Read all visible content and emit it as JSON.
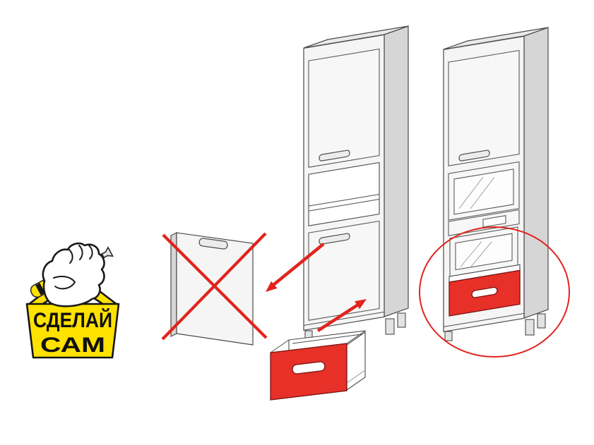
{
  "logo": {
    "line1": "СДЕЛАЙ",
    "line2": "САМ"
  },
  "colors": {
    "red": "#e2231d",
    "drawer_red": "#e63028",
    "yellow": "#ffe200",
    "outline": "#4b4b4b"
  },
  "diagram": {
    "parts": {
      "left_figure": "crossed-out-door-panel",
      "center_figure": "tall-cabinet-carcass",
      "bottom_figure": "red-drawer-box",
      "right_figure": "assembled-cabinet-with-highlighted-drawer",
      "highlight": "red-ellipse"
    }
  }
}
